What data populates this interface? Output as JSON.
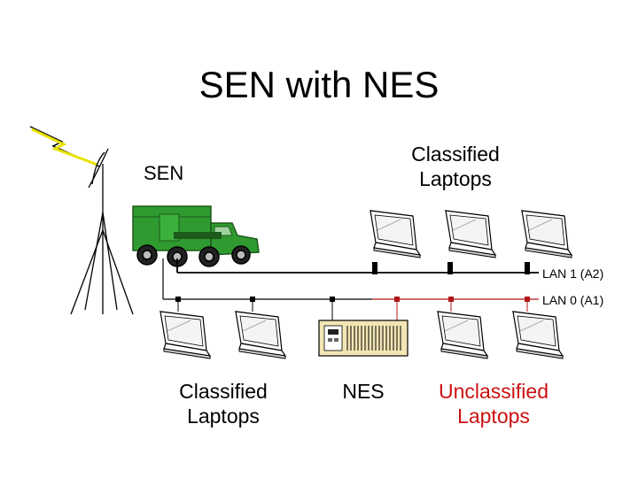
{
  "title": "SEN with NES",
  "labels": {
    "sen": "SEN",
    "classified_top": [
      "Classified",
      "Laptops"
    ],
    "lan1": "LAN 1 (A2)",
    "lan0": "LAN 0 (A1)",
    "classified_bottom": [
      "Classified",
      "Laptops"
    ],
    "nes": "NES",
    "unclassified_bottom": [
      "Unclassified",
      "Laptops"
    ]
  },
  "colors": {
    "vehicle": "#2f9a2f",
    "lightning": "#e8e200",
    "lan0_line": "#b01818",
    "unclassified_text": "#cc1111",
    "nes_box": "#f2e6b4"
  },
  "icons": {
    "vehicle": "military-truck-icon",
    "antenna": "antenna-tripod-icon",
    "signal": "lightning-icon",
    "computer": "laptop-icon",
    "server": "nes-encryptor-icon"
  }
}
